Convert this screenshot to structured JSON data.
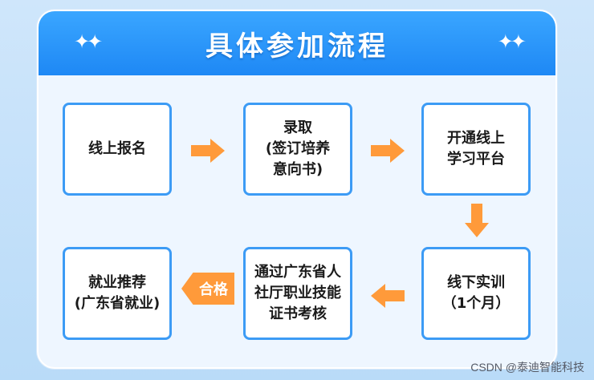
{
  "title": "具体参加流程",
  "decoration": {
    "sparkle_left": "✦✦",
    "sparkle_right": "✦✦"
  },
  "steps": [
    {
      "label": "线上报名"
    },
    {
      "label": "录取\n(签订培养\n意向书)"
    },
    {
      "label": "开通线上\n学习平台"
    },
    {
      "label": "线下实训\n（1个月）"
    },
    {
      "label": "通过广东省人\n社厅职业技能\n证书考核"
    },
    {
      "label": "就业推荐\n(广东省就业)"
    }
  ],
  "pass_label": "合格",
  "watermark": "CSDN @泰迪智能科技",
  "colors": {
    "header": "#1e88f5",
    "border": "#3c9bf5",
    "arrow": "#ff9a3a"
  }
}
